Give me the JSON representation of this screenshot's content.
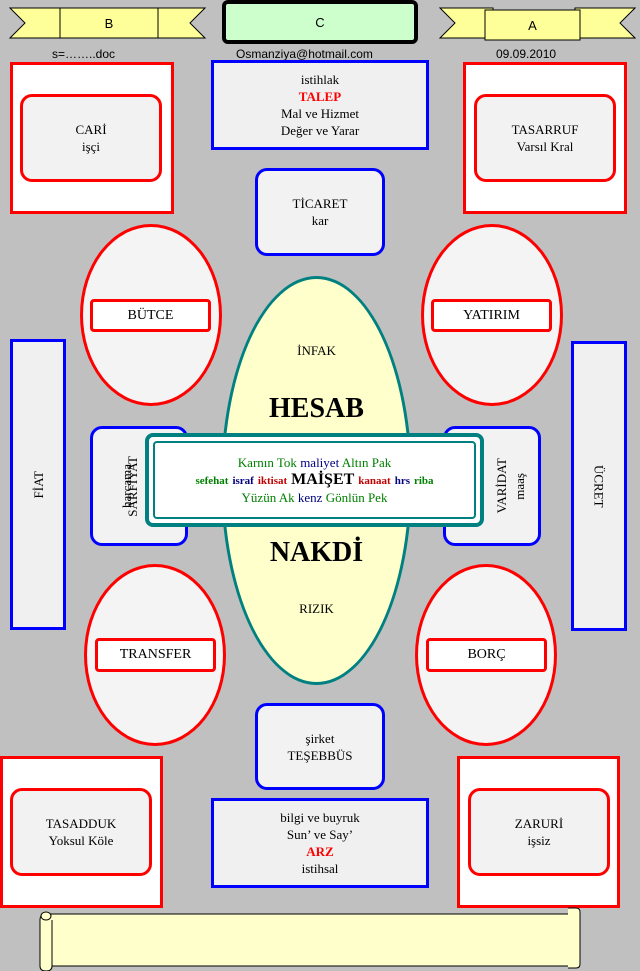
{
  "header": {
    "banner_left": "B",
    "banner_center": "C",
    "banner_right": "A",
    "file_note": "s=……..doc",
    "email": "Osmanziya@hotmail.com",
    "date": "09.09.2010"
  },
  "top_box": {
    "line1": "istihlak",
    "line2": "TALEP",
    "line3": "Mal ve Hizmet",
    "line4": "Değer ve Yarar"
  },
  "corner_top_left": {
    "line1": "CARİ",
    "line2": "işçi"
  },
  "corner_top_right": {
    "line1": "TASARRUF",
    "line2": "Varsıl Kral"
  },
  "ticaret": {
    "line1": "TİCARET",
    "line2": "kar"
  },
  "oval_labels": {
    "butce": "BÜTCE",
    "yatirim": "YATIRIM",
    "transfer": "TRANSFER",
    "borc": "BORÇ"
  },
  "side_left": "FİAT",
  "side_right": "ÜCRET",
  "left_inner": {
    "line1": "harcama",
    "line2": "SARFİYAT"
  },
  "right_inner": {
    "line1": "VARİDAT",
    "line2": "maaş"
  },
  "center": {
    "infak": "İNFAK",
    "hesab": "HESAB",
    "nakdi": "NAKDİ",
    "rizik": "RIZIK"
  },
  "center_box": {
    "row1": {
      "a": "Karnın Tok",
      "b": "maliyet",
      "c": "Altın Pak"
    },
    "row2": {
      "a": "sefehat",
      "b": "israf",
      "c": "iktisat",
      "d": "MAİŞET",
      "e": "kanaat",
      "f": "hrs",
      "g": "riba"
    },
    "row3": {
      "a": "Yüzün Ak",
      "b": "kenz",
      "c": "Gönlün Pek"
    }
  },
  "sirket": {
    "line1": "şirket",
    "line2": "TEŞEBBÜS"
  },
  "bottom_box": {
    "line1": "bilgi ve buyruk",
    "line2": "Sun’ ve Say’",
    "line3": "ARZ",
    "line4": "istihsal"
  },
  "corner_bottom_left": {
    "line1": "TASADDUK",
    "line2": "Yoksul Köle"
  },
  "corner_bottom_right": {
    "line1": "ZARURİ",
    "line2": "işsiz"
  },
  "colors": {
    "background": "#c0c0c0",
    "red": "#ff0000",
    "blue": "#0000ff",
    "teal": "#008080",
    "cream": "#ffffcc",
    "banner": "#ffff99",
    "mint": "#ccffcc"
  }
}
